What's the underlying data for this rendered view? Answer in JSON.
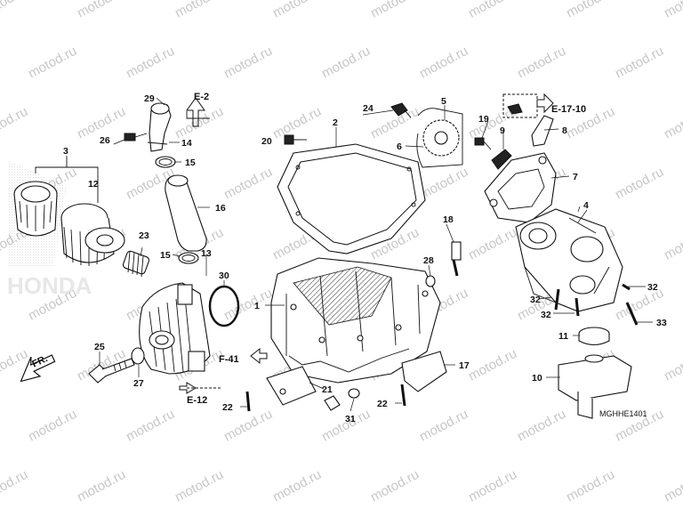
{
  "watermark": "motod.ru",
  "diagram_code": "MGHHE1401",
  "logo_text": "HONDA",
  "direction_label": "FR.",
  "refs": {
    "e2": "E-2",
    "e17_10": "E-17-10",
    "f41": "F-41",
    "e12": "E-12"
  },
  "callouts": [
    "1",
    "2",
    "3",
    "4",
    "5",
    "6",
    "7",
    "8",
    "9",
    "10",
    "11",
    "12",
    "13",
    "14",
    "15",
    "15",
    "16",
    "17",
    "18",
    "19",
    "20",
    "21",
    "22",
    "22",
    "23",
    "24",
    "25",
    "26",
    "27",
    "28",
    "29",
    "30",
    "31",
    "32",
    "32",
    "32",
    "33"
  ]
}
